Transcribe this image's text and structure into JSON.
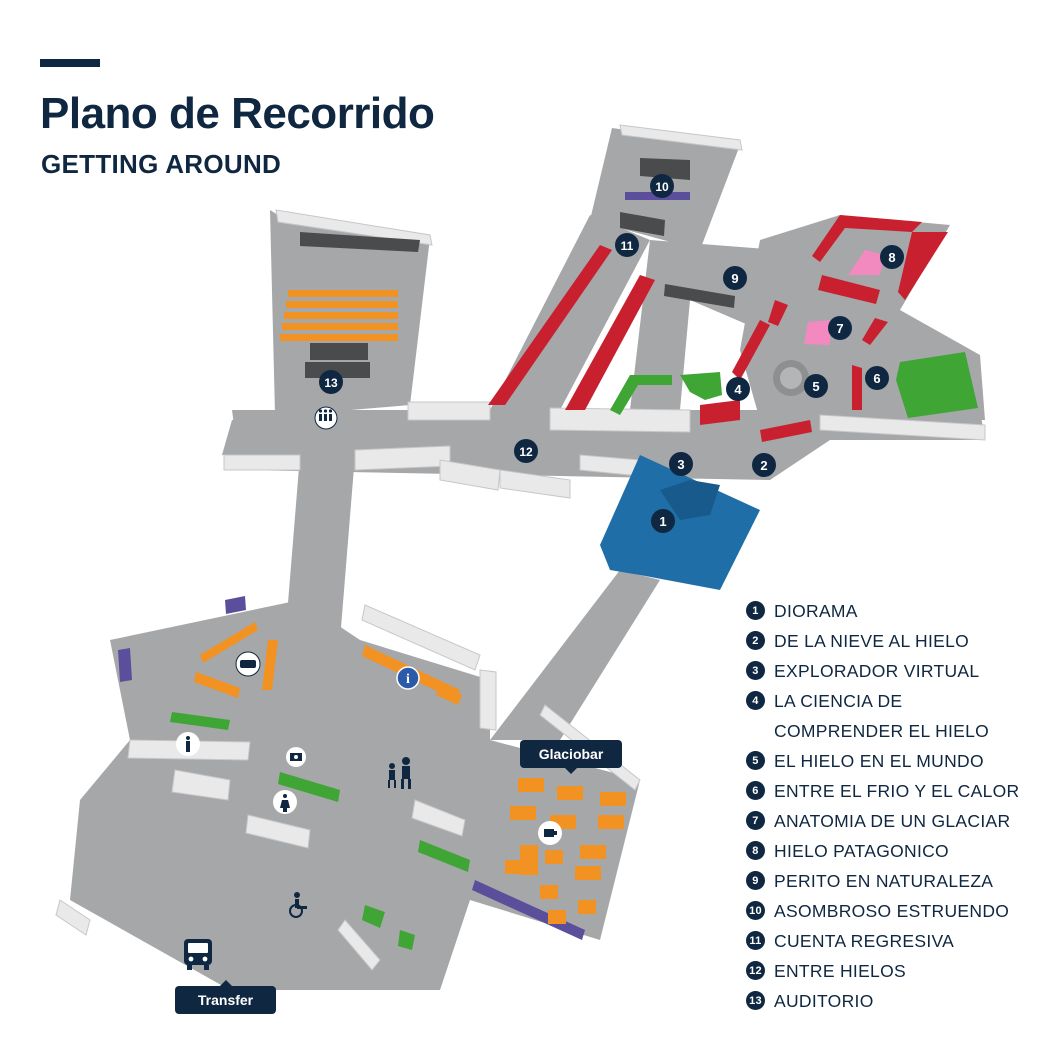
{
  "header": {
    "title": "Plano de Recorrido",
    "subtitle": "GETTING AROUND"
  },
  "colors": {
    "navy": "#0f2740",
    "floor": "#a6a7a9",
    "wall": "#e9e9ea",
    "exhibit_red": "#c8202f",
    "exhibit_green": "#3fa535",
    "exhibit_blue": "#1f6ea8",
    "furniture_orange": "#f29222",
    "pink": "#f28ac0",
    "purple": "#5b4f9c"
  },
  "map": {
    "markers": [
      "1",
      "2",
      "3",
      "4",
      "5",
      "6",
      "7",
      "8",
      "9",
      "10",
      "11",
      "12",
      "13"
    ],
    "icons": [
      "auditorium-icon",
      "ticket-icon",
      "info-icon",
      "restroom-man-icon",
      "restroom-woman-icon",
      "photo-icon",
      "family-walking-icon",
      "accessible-icon",
      "cafe-icon",
      "bus-icon"
    ]
  },
  "labels": {
    "glaciobar": "Glaciobar",
    "transfer": "Transfer"
  },
  "legend": [
    {
      "num": "1",
      "label": "DIORAMA"
    },
    {
      "num": "2",
      "label": "DE LA NIEVE AL HIELO"
    },
    {
      "num": "3",
      "label": "EXPLORADOR VIRTUAL"
    },
    {
      "num": "4",
      "label": "LA CIENCIA DE COMPRENDER EL HIELO"
    },
    {
      "num": "5",
      "label": "EL HIELO EN EL MUNDO"
    },
    {
      "num": "6",
      "label": "ENTRE EL FRIO Y EL CALOR"
    },
    {
      "num": "7",
      "label": "ANATOMIA DE UN GLACIAR"
    },
    {
      "num": "8",
      "label": "HIELO PATAGONICO"
    },
    {
      "num": "9",
      "label": "PERITO EN NATURALEZA"
    },
    {
      "num": "10",
      "label": "ASOMBROSO ESTRUENDO"
    },
    {
      "num": "11",
      "label": "CUENTA REGRESIVA"
    },
    {
      "num": "12",
      "label": "ENTRE HIELOS"
    },
    {
      "num": "13",
      "label": "AUDITORIO"
    }
  ]
}
